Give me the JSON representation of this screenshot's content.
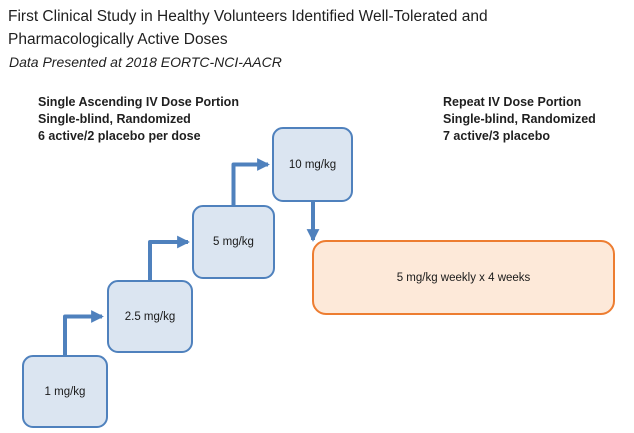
{
  "slide": {
    "title_lines": [
      "First Clinical Study in Healthy Volunteers Identified Well-Tolerated and",
      "Pharmacologically Active Doses"
    ],
    "subtitle": "Data Presented at 2018 EORTC-NCI-AACR"
  },
  "sections": {
    "single_ascending": {
      "lines": [
        "Single Ascending IV Dose Portion",
        "Single-blind, Randomized",
        "6 active/2 placebo per dose"
      ]
    },
    "repeat": {
      "lines": [
        "Repeat IV Dose Portion",
        "Single-blind, Randomized",
        "7 active/3 placebo"
      ]
    }
  },
  "diagram": {
    "dose_boxes": [
      {
        "label": "1 mg/kg"
      },
      {
        "label": "2.5 mg/kg"
      },
      {
        "label": "5 mg/kg"
      },
      {
        "label": "10 mg/kg"
      }
    ],
    "repeat_box": {
      "label": "5 mg/kg weekly x 4 weeks"
    },
    "arrows": [
      {
        "from": "1 mg/kg",
        "to": "2.5 mg/kg"
      },
      {
        "from": "2.5 mg/kg",
        "to": "5 mg/kg"
      },
      {
        "from": "5 mg/kg",
        "to": "10 mg/kg"
      },
      {
        "from": "10 mg/kg",
        "to": "5 mg/kg weekly x 4 weeks"
      }
    ]
  },
  "colors": {
    "background": "#ffffff",
    "text": "#1f1f1f",
    "dose_box_fill": "#dbe5f1",
    "dose_box_border": "#4f81bd",
    "arrow": "#4f81bd",
    "repeat_box_fill": "#fde9d9",
    "repeat_box_border": "#ed7d31"
  }
}
